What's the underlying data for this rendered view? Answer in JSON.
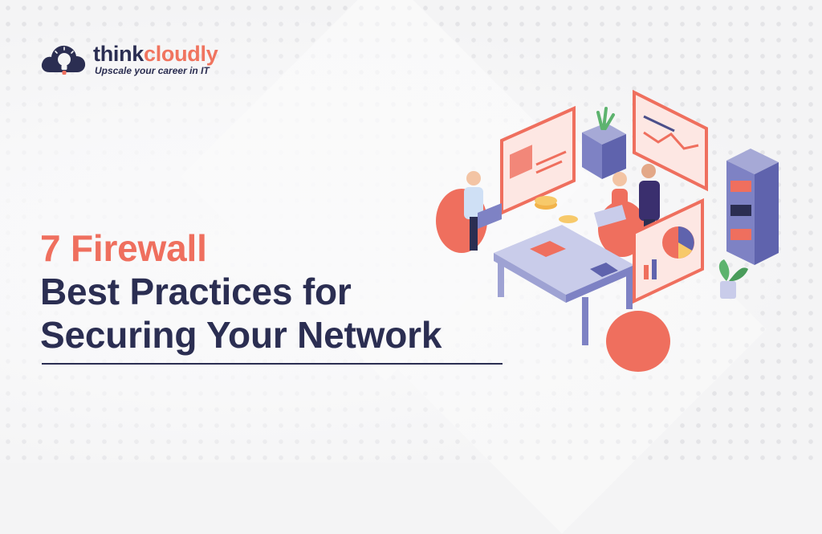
{
  "brand": {
    "name_part1": "think",
    "name_part2": "cloudly",
    "tagline": "Upscale your career in IT"
  },
  "headline": {
    "line1": "7 Firewall",
    "line2": "Best Practices for",
    "line3": "Securing Your Network"
  },
  "colors": {
    "accent": "#ef6f5e",
    "navy": "#2b2e52",
    "background": "#f4f4f5"
  },
  "icons": {
    "logo": "cloud-lightbulb-icon"
  }
}
